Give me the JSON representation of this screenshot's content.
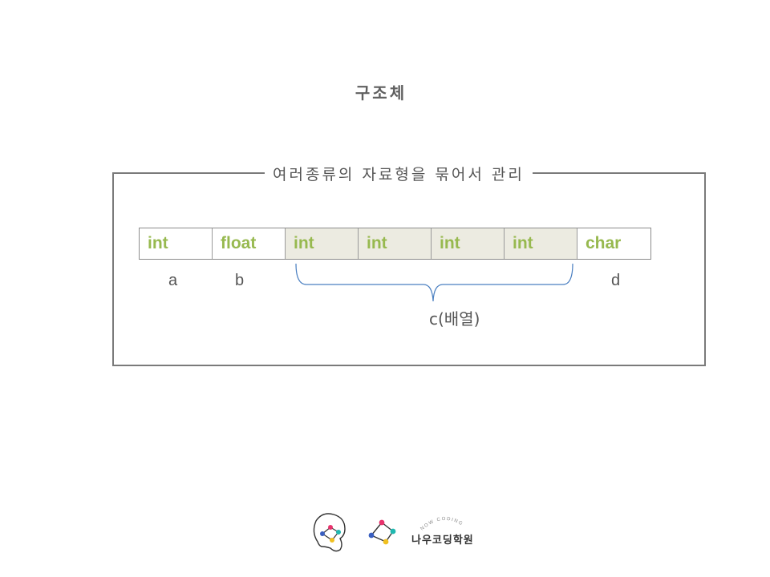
{
  "title": "구조체",
  "frame_label": "여러종류의 자료형을 묶어서 관리",
  "cells": [
    {
      "type": "int",
      "shaded": false
    },
    {
      "type": "float",
      "shaded": false
    },
    {
      "type": "int",
      "shaded": true
    },
    {
      "type": "int",
      "shaded": true
    },
    {
      "type": "int",
      "shaded": true
    },
    {
      "type": "int",
      "shaded": true
    },
    {
      "type": "char",
      "shaded": false
    }
  ],
  "vars": {
    "a": "a",
    "b": "b",
    "d": "d"
  },
  "array_label": "c(배열)",
  "logo": {
    "tagline": "NOW CODING",
    "name": "나우코딩학원"
  },
  "colors": {
    "type_text": "#97b94f",
    "shaded_cell": "#ecebe1",
    "brace": "#4a7fc1",
    "frame": "#7a7a7a"
  }
}
